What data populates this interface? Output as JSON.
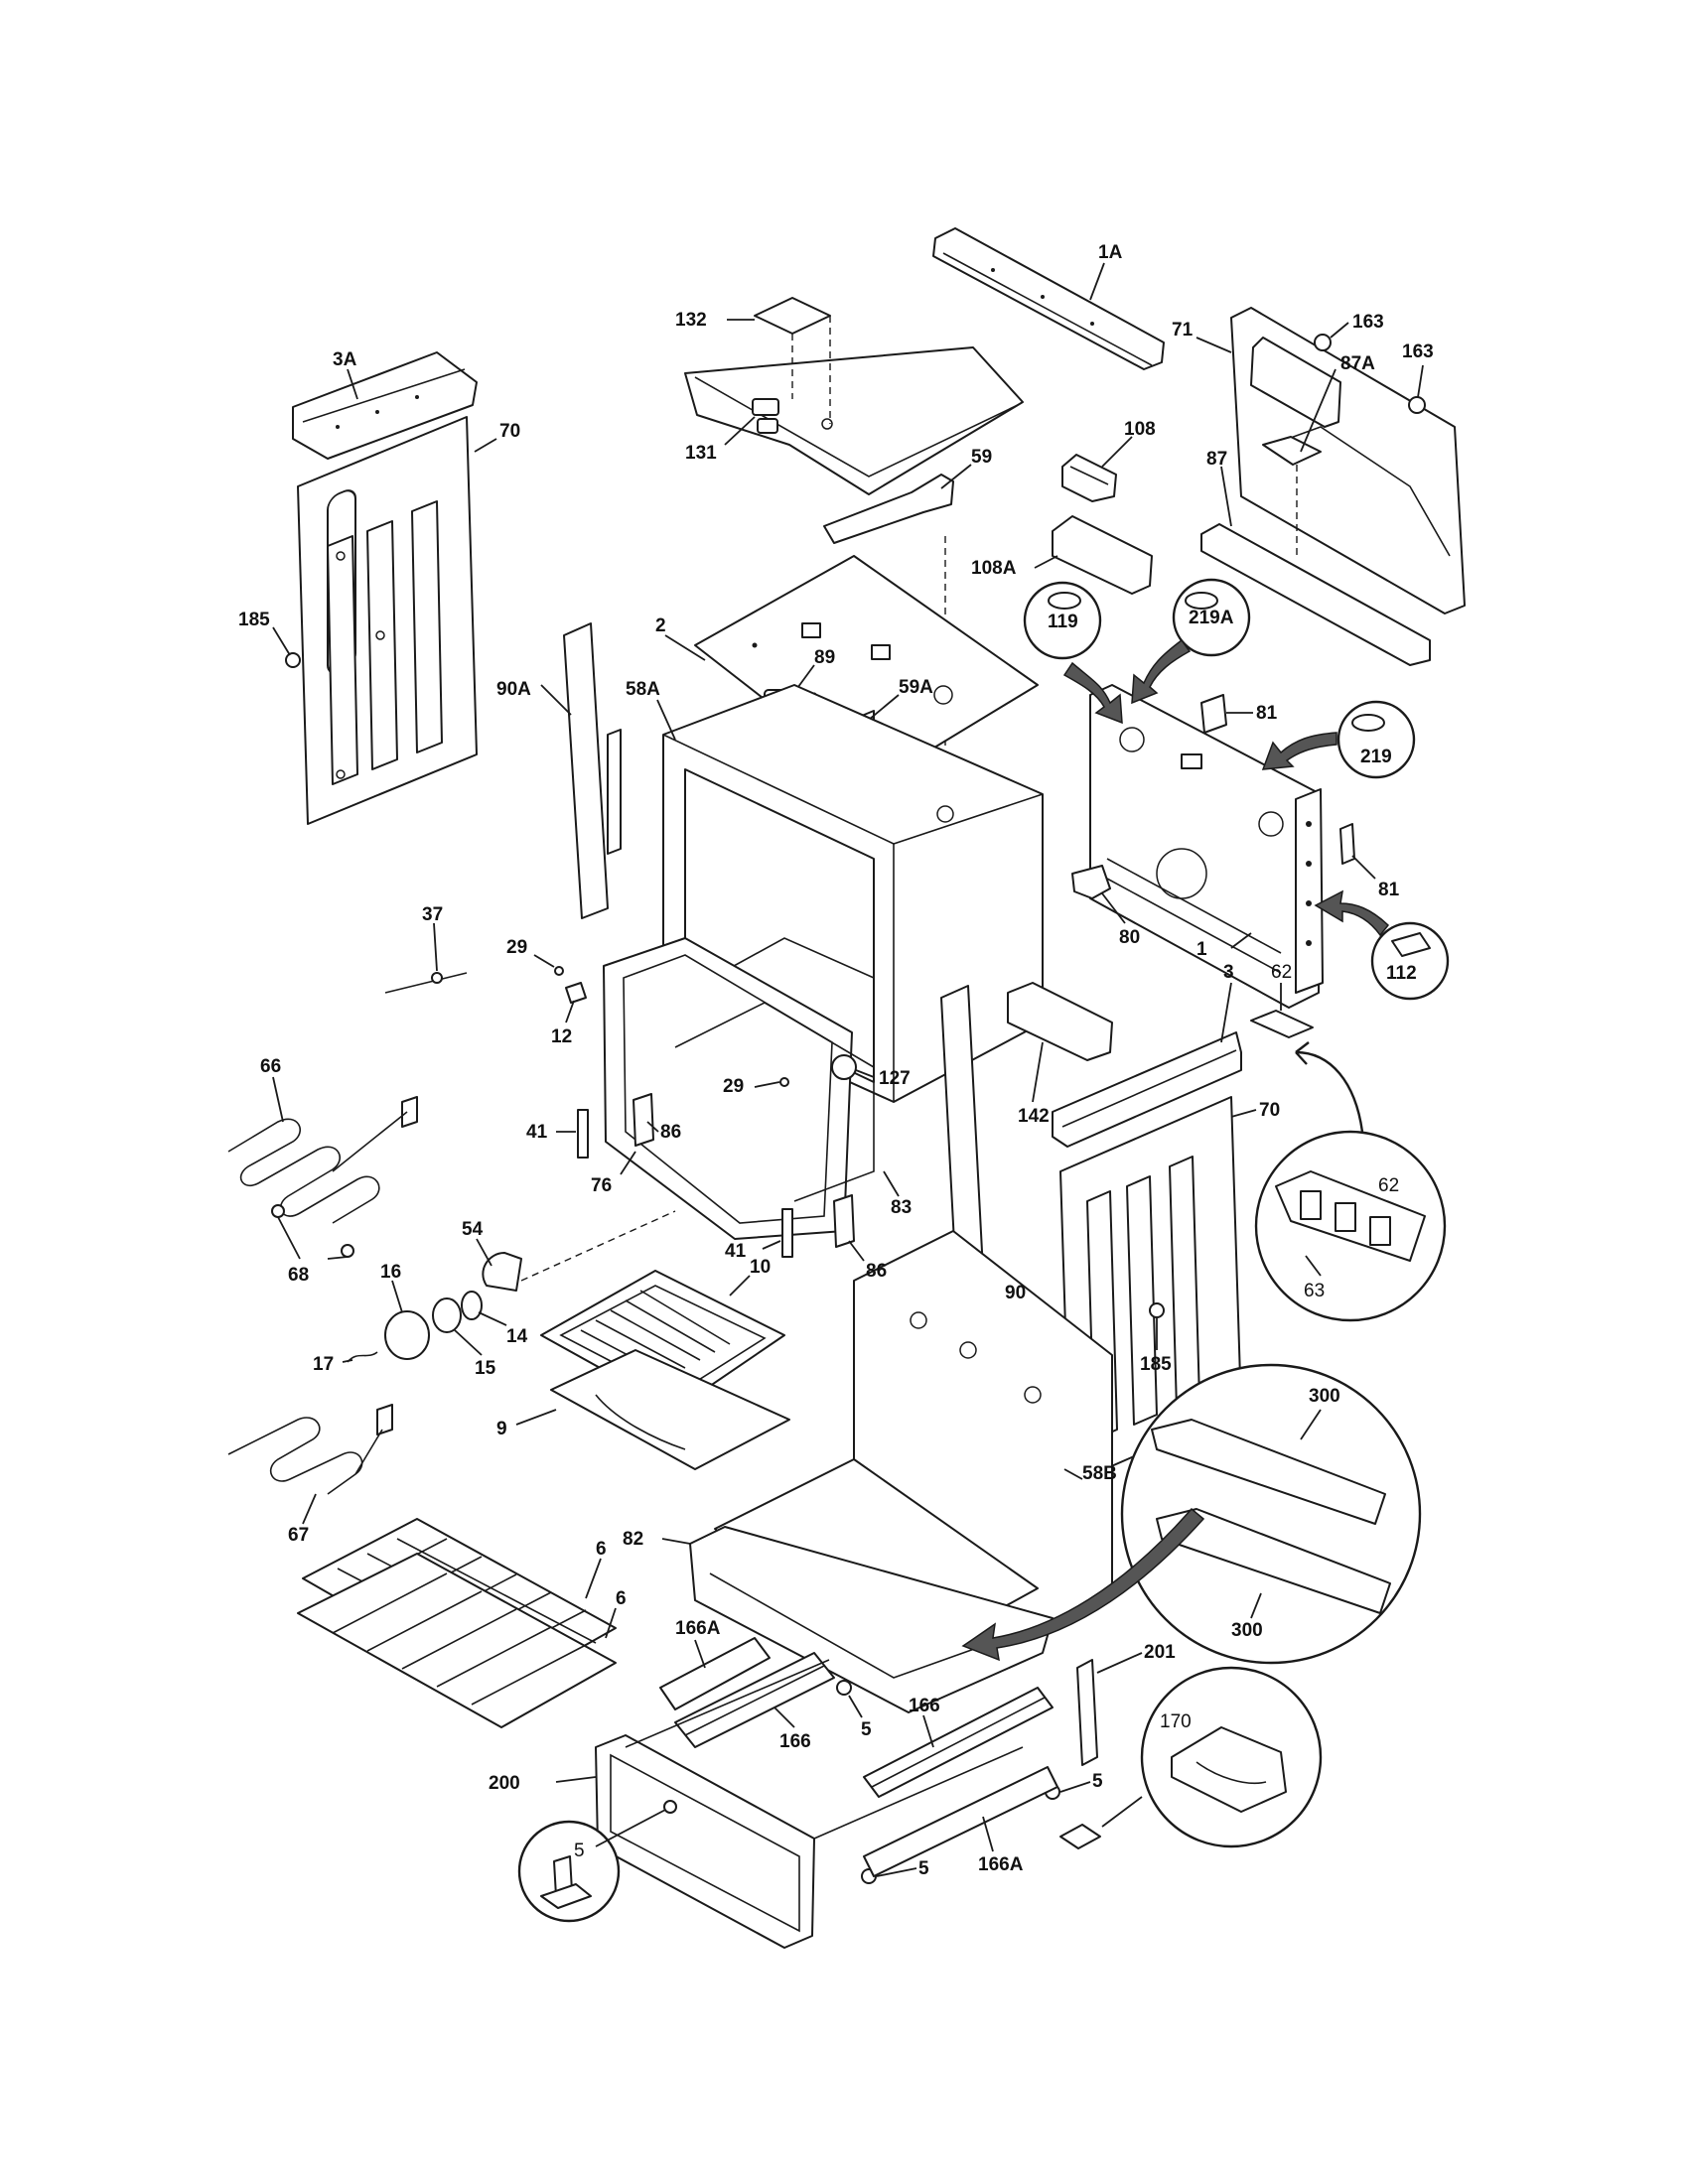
{
  "diagram": {
    "labels": {
      "p1A": "1A",
      "p132": "132",
      "p131": "131",
      "p163a": "163",
      "p163b": "163",
      "p71": "71",
      "p108": "108",
      "p59": "59",
      "p87": "87",
      "p87A": "87A",
      "p3A": "3A",
      "p108A": "108A",
      "p219A": "219A",
      "p119": "119",
      "p185a": "185",
      "p70a": "70",
      "p2": "2",
      "p89": "89",
      "p58A": "58A",
      "p59A": "59A",
      "p90A": "90A",
      "p81a": "81",
      "p219": "219",
      "p81b": "81",
      "p37": "37",
      "p29a": "29",
      "p80": "80",
      "p1": "1",
      "p12": "12",
      "p3": "3",
      "p62a": "62",
      "p112": "112",
      "p66": "66",
      "p29b": "29",
      "p127": "127",
      "p142": "142",
      "p41a": "41",
      "p86a": "86",
      "p70b": "70",
      "p76": "76",
      "p83": "83",
      "p62b": "62",
      "p54": "54",
      "p68": "68",
      "p41b": "41",
      "p86b": "86",
      "p16": "16",
      "p10": "10",
      "p63": "63",
      "p14": "14",
      "p90": "90",
      "p17": "17",
      "p15": "15",
      "p185b": "185",
      "p9": "9",
      "p300a": "300",
      "p58B": "58B",
      "p67": "67",
      "p82": "82",
      "p300b": "300",
      "p6a": "6",
      "p6b": "6",
      "p166Aa": "166A",
      "p201": "201",
      "p5a": "5",
      "p166a": "166",
      "p170": "170",
      "p166b": "166",
      "p200": "200",
      "p5b": "5",
      "p5c": "5",
      "p166Ab": "166A",
      "p5d": "5"
    }
  }
}
